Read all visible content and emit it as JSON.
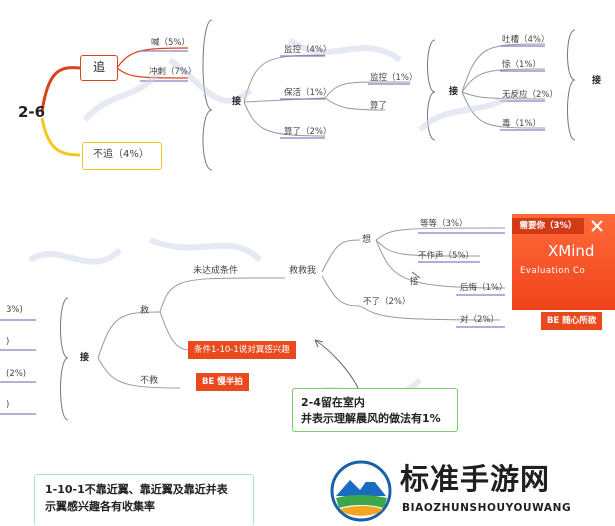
{
  "section1": {
    "root": "2-6",
    "chase": "追",
    "no_chase": "不追（4%）",
    "chase_kids": [
      "喊（5%）",
      "冲刺（7%）"
    ],
    "jie_1": "接",
    "col2": [
      "监控（4%）",
      "保活（1%）",
      "算了（2%）"
    ],
    "col3": [
      "监控（1%）",
      "算了"
    ],
    "jie_2": "接",
    "col4": [
      "吐槽（4%）",
      "惊（1%）",
      "无反应（2%）",
      "毒（1%）"
    ],
    "jie_3": "接"
  },
  "section2": {
    "left_frag": [
      "3%)",
      ")",
      "(2%)",
      ")"
    ],
    "jie": "接",
    "save": "救",
    "not_save": "不救",
    "unmet": "未达成条件",
    "help": "救救我",
    "think": "想",
    "wait": "等等（3%）",
    "need_you": "需要你（3%）",
    "silent": "不作声（5%）",
    "jie_small": "接",
    "regret": "后悔（1%）",
    "no_way": "不了（2%）",
    "right": "对（2%）",
    "condition_tag": "条件1-10-1说对翼感兴趣",
    "slow_tag": "BE 慢半拍",
    "be_tag": "BE 随心所欲",
    "xmind_title": "XMind",
    "xmind_sub": "Evaluation Co",
    "note_lines": [
      "2-4留在室内",
      "并表示理解晨风的做法有1%"
    ]
  },
  "section3": {
    "note_lines": [
      "1-10-1不靠近翼、靠近翼及靠近并表",
      "示翼感兴趣各有收集率"
    ]
  },
  "watermark": {
    "cn": "标准手游网",
    "en": "BIAOZHUNSHOUYOUWANG"
  },
  "colors": {
    "red": "#d9451a",
    "yellow": "#f3c624",
    "purple": "#8e7cc3",
    "tag": "#e94a1d",
    "green": "#7cc96a"
  }
}
